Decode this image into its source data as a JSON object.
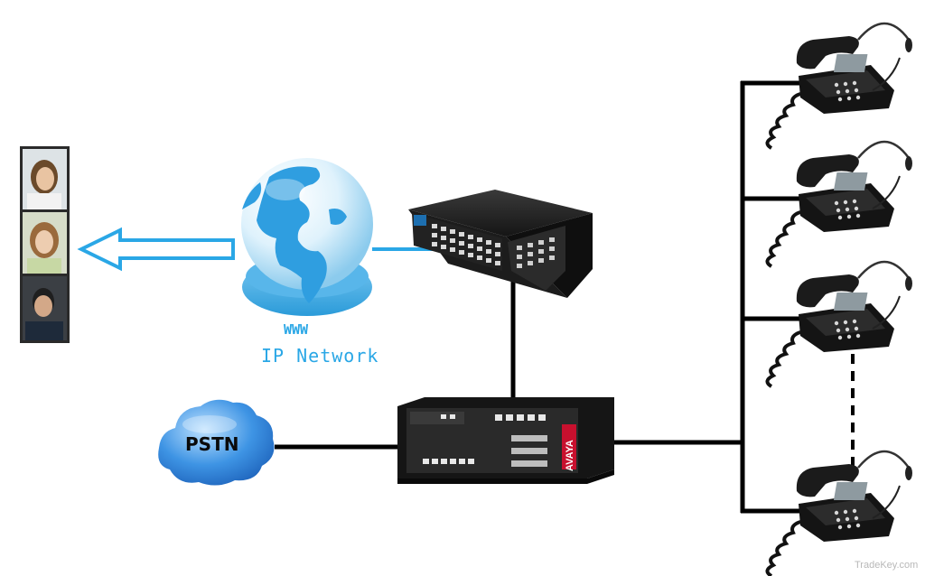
{
  "labels": {
    "www": "WWW",
    "ip_network": "IP Network",
    "pstn": "PSTN",
    "pbx_brand": "AVAYA",
    "watermark": "TradeKey.com"
  },
  "colors": {
    "accent_blue": "#2aa7e6",
    "globe_ocean": "#9fd8f5",
    "globe_land": "#2f9ee0",
    "cloud": "#3b8fe0",
    "device_black": "#151515",
    "link_black": "#000000",
    "pbx_red": "#c8102e"
  },
  "icons": {
    "users_panel": "user-photos-icon",
    "globe": "globe-icon",
    "switch": "network-switch-icon",
    "pbx": "pbx-server-icon",
    "pstn": "cloud-icon",
    "phones": "telephone-headset-icon"
  }
}
